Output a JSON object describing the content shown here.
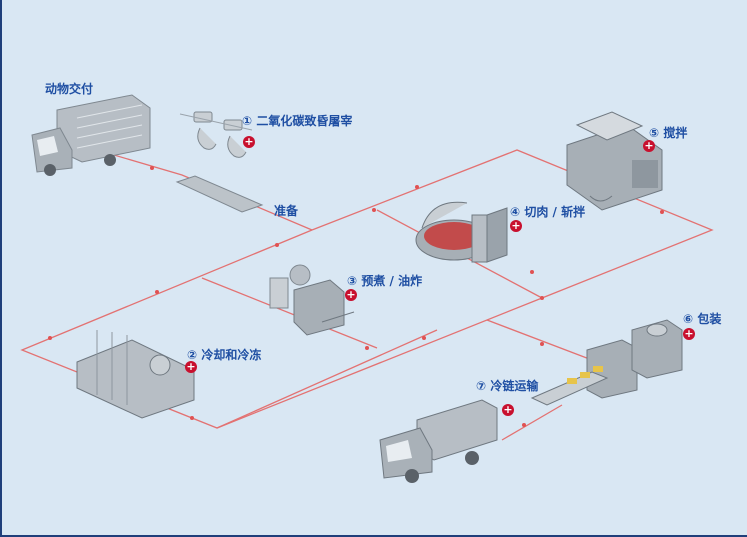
{
  "labels": {
    "delivery": "动物交付",
    "stunning": "① 二氧化碳致昏屠宰",
    "prep": "准备",
    "mixing": "⑤ 搅拌",
    "cutting": "④ 切肉 / 斩拌",
    "cooking": "③ 预煮 / 油炸",
    "cooling": "② 冷却和冷冻",
    "packing": "⑥ 包装",
    "cold_chain": "⑦ 冷链运输"
  },
  "plus_glyph": "+",
  "colors": {
    "background": "#d9e7f3",
    "flow_line": "#e05252",
    "label": "#1f4fa3",
    "plus": "#c8102e",
    "machine": "#9aa3ab"
  },
  "icons": {
    "delivery": "livestock-truck-icon",
    "stunning": "stunning-hooks-icon",
    "prep": "prep-table-icon",
    "mixing": "mixer-machine-icon",
    "cutting": "bowl-cutter-icon",
    "cooking": "cooker-fryer-icon",
    "cooling": "cooling-freezer-icon",
    "packing": "packing-machine-icon",
    "cold_chain": "refrigerated-truck-icon"
  }
}
